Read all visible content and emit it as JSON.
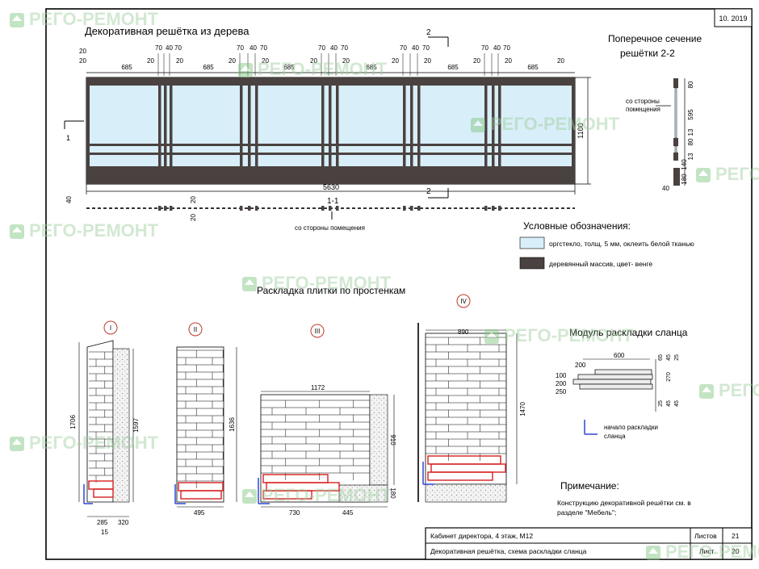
{
  "stamp": {
    "date": "10. 2019"
  },
  "grille": {
    "title": "Декоративная решётка из дерева",
    "dims_small": [
      "70",
      "40",
      "70",
      "20",
      "20",
      "20",
      "20",
      "20",
      "20",
      "20",
      "20",
      "20",
      "20"
    ],
    "panel_width": "685",
    "gap_70": "70",
    "gap_40": "40",
    "gap_20": "20",
    "total_width": "5630",
    "height": "1100",
    "section_mark": "1-1",
    "cut_1": "1",
    "cut_2": "2",
    "plan_dims": [
      "40",
      "20",
      "20"
    ],
    "room_side": "со стороны помещения"
  },
  "section22": {
    "title_line1": "Поперечное сечение",
    "title_line2": "решётки 2-2",
    "room_side_line1": "со стороны",
    "room_side_line2": "помещения",
    "dims": [
      "80",
      "595",
      "13",
      "80",
      "13",
      "140",
      "180",
      "40"
    ]
  },
  "legend": {
    "title": "Условные обозначения:",
    "items": [
      {
        "label": "оргстекло, толщ. 5 мм, оклеить белой тканью",
        "color": "#d8eef8"
      },
      {
        "label": "деревянный массив, цвет- венге",
        "color": "#4a4240"
      }
    ]
  },
  "tile_layout": {
    "title": "Раскладка плитки по простенкам",
    "walls": [
      {
        "mark": "I",
        "height": "1706",
        "height2": "1597",
        "width": "285",
        "extra1": "15",
        "extra2": "320"
      },
      {
        "mark": "II",
        "height": "1636",
        "width": "495"
      },
      {
        "mark": "III",
        "top": "1172",
        "height": "910",
        "width": "730",
        "extra1": "445",
        "extra2": "180"
      },
      {
        "mark": "IV",
        "top": "890",
        "height": "1470"
      }
    ]
  },
  "module": {
    "title": "Модуль раскладки сланца",
    "dims_top": [
      "600",
      "200"
    ],
    "dims_left": [
      "100",
      "200",
      "250"
    ],
    "dims_right": [
      "65",
      "45",
      "25",
      "270",
      "25",
      "45",
      "45"
    ],
    "start_line1": "начало раскладки",
    "start_line2": "сланца"
  },
  "note": {
    "title": "Примечание:",
    "line1": "Конструкцию декоративной решётки см. в",
    "line2": "разделе \"Мебель\";"
  },
  "titleblock": {
    "row1": "Кабинет директора, 4 этаж,  М12",
    "row2": "Декоративная решётка, схема раскладки сланца",
    "sheets_label": "Листов",
    "sheets_value": "21",
    "sheet_label": "Лист",
    "sheet_value": "20"
  },
  "watermark": {
    "text": "РЕГО-РЕМОНТ"
  }
}
